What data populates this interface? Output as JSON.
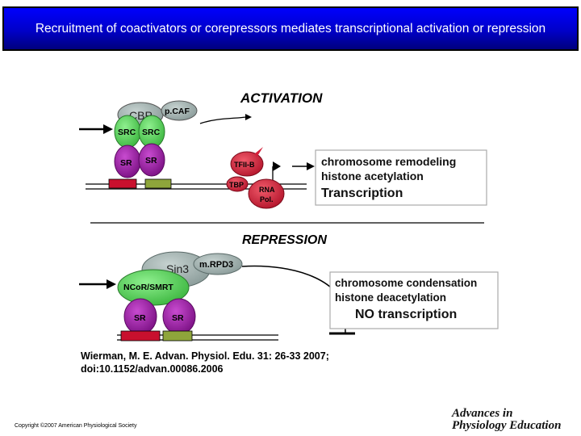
{
  "title": "Recruitment of coactivators or corepressors mediates transcriptional activation or repression",
  "diagram": {
    "activation": {
      "heading": "ACTIVATION",
      "cbp": "CBP",
      "pcaf": "p.CAF",
      "src": "SRC",
      "sr": "SR",
      "tfiib": "TFII-B",
      "tbp": "TBP",
      "rna_pol_line1": "RNA",
      "rna_pol_line2": "Pol.",
      "box_line1": "chromosome remodeling",
      "box_line2": "histone acetylation",
      "box_line3": "Transcription"
    },
    "repression": {
      "heading": "REPRESSION",
      "sin3": "Sin3",
      "mrpd3": "m.RPD3",
      "ncor": "NCoR/SMRT",
      "sr": "SR",
      "box_line1": "chromosome condensation",
      "box_line2": "histone deacetylation",
      "box_line3": "NO transcription"
    },
    "colors": {
      "coactivator_gray": "#a4b4b2",
      "green": "#59d35a",
      "purple": "#9f1aa8",
      "red": "#d4203a",
      "olive": "#8a9a3a"
    }
  },
  "citation": {
    "line1": "Wierman, M. E. Advan. Physiol. Edu. 31: 26-33 2007;",
    "line2": "doi:10.1152/advan.00086.2006"
  },
  "copyright": "Copyright ©2007 American Physiological Society",
  "journal": {
    "line1": "Advances in",
    "line2": "Physiology Education"
  }
}
